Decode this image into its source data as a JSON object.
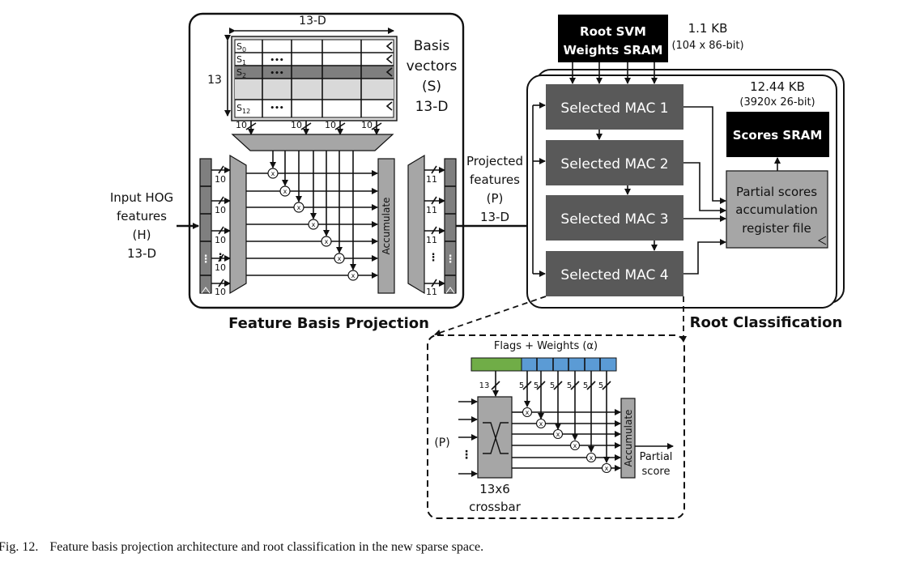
{
  "fbp": {
    "title": "Feature Basis Projection",
    "dim_top": "13-D",
    "dim_side": "13",
    "basis_line1": "Basis",
    "basis_line2": "vectors",
    "basis_line3": "(S)",
    "basis_line4": "13-D",
    "rows": [
      "S",
      "S",
      "S",
      "S"
    ],
    "row_subs": [
      "0",
      "1",
      "2",
      "12"
    ],
    "ellipsis": "•••",
    "bus_top": [
      "10",
      "10",
      "10",
      "10"
    ],
    "bus_in": [
      "10",
      "10",
      "10",
      "10",
      "10"
    ],
    "bus_out": [
      "11",
      "11",
      "11",
      "11"
    ],
    "accumulate": "Accumulate",
    "mult": "x"
  },
  "input": {
    "line1": "Input HOG",
    "line2": "features",
    "line3": "(H)",
    "line4": "13-D"
  },
  "projected": {
    "line1": "Projected",
    "line2": "features",
    "line3": "(P)",
    "line4": "13-D"
  },
  "root": {
    "title": "Root Classification",
    "svm_line1": "Root SVM",
    "svm_line2": "Weights SRAM",
    "svm_size1": "1.1 KB",
    "svm_size2": "(104 x 86-bit)",
    "scores_size1": "12.44 KB",
    "scores_size2": "(3920x 26-bit)",
    "scores_sram": "Scores SRAM",
    "macs": [
      "Selected MAC 1",
      "Selected MAC 2",
      "Selected MAC 3",
      "Selected MAC 4"
    ],
    "partial_line1": "Partial scores",
    "partial_line2": "accumulation",
    "partial_line3": "register file"
  },
  "detail": {
    "flags_label": "Flags + Weights (α)",
    "bus13": "13",
    "bus5": [
      "5",
      "5",
      "5",
      "5",
      "5",
      "5"
    ],
    "p_label": "(P)",
    "crossbar1": "13x6",
    "crossbar2": "crossbar",
    "accumulate": "Accumulate",
    "partial1": "Partial",
    "partial2": "score"
  },
  "caption": {
    "fig": "Fig. 12.",
    "text": "Feature basis projection architecture and root classification in the new sparse space."
  },
  "colors": {
    "dark_block": "#595959",
    "mid_gray": "#a6a6a6",
    "light_gray": "#d9d9d9",
    "flags_green": "#70ad47",
    "weights_blue": "#5b9bd5"
  }
}
